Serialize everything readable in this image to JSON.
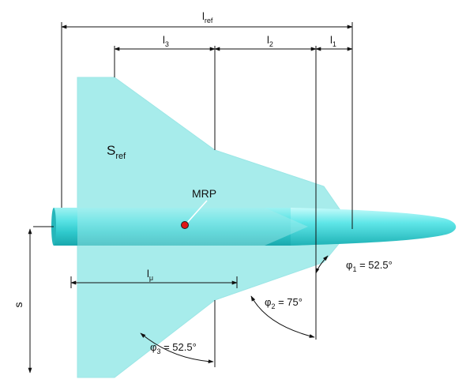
{
  "diagram": {
    "colors": {
      "wing": "#a8eef0",
      "wing_dark": "#7fdede",
      "body_light": "#bff8f8",
      "body_mid": "#49dede",
      "body_dark": "#1fb8bc",
      "mrp_dot": "#e01616",
      "lines": "#111111"
    },
    "labels": {
      "l_ref": {
        "base": "l",
        "sub": "ref"
      },
      "l1": {
        "base": "l",
        "sub": "1"
      },
      "l2": {
        "base": "l",
        "sub": "2"
      },
      "l3": {
        "base": "l",
        "sub": "3"
      },
      "l_mu": {
        "base": "l",
        "sub": "μ"
      },
      "s_ref": {
        "base": "S",
        "sub": "ref"
      },
      "mrp": "MRP",
      "s": "s",
      "phi1": {
        "base": "φ",
        "sub": "1",
        "rest": " = 52.5°"
      },
      "phi2": {
        "base": "φ",
        "sub": "2",
        "rest": " = 75°"
      },
      "phi3": {
        "base": "φ",
        "sub": "3",
        "rest": " = 52.5°"
      }
    }
  }
}
